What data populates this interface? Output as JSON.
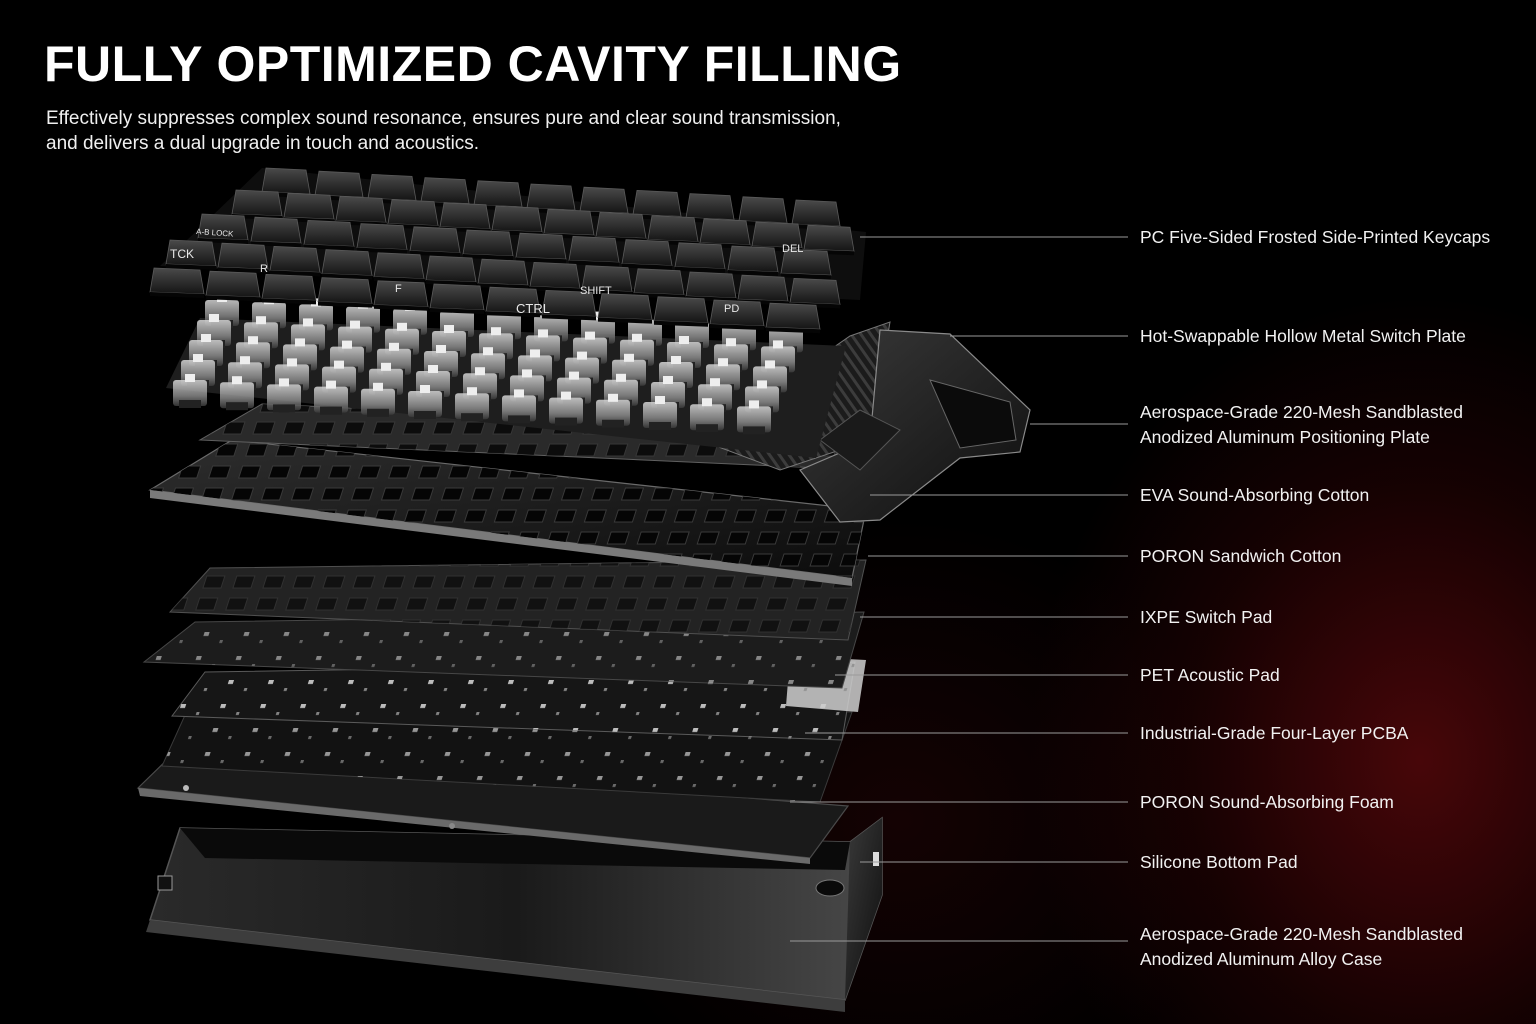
{
  "heading": {
    "title": "FULLY OPTIMIZED CAVITY FILLING",
    "subtitle_line1": "Effectively suppresses complex sound resonance, ensures pure and clear sound transmission,",
    "subtitle_line2": "and delivers a dual upgrade in touch and acoustics."
  },
  "layers": [
    {
      "line1": "PC Five-Sided Frosted Side-Printed Keycaps",
      "line2": ""
    },
    {
      "line1": "Hot-Swappable Hollow Metal Switch Plate",
      "line2": ""
    },
    {
      "line1": "Aerospace-Grade 220-Mesh Sandblasted",
      "line2": "Anodized Aluminum Positioning Plate"
    },
    {
      "line1": "EVA Sound-Absorbing Cotton",
      "line2": ""
    },
    {
      "line1": "PORON Sandwich Cotton",
      "line2": ""
    },
    {
      "line1": "IXPE Switch Pad",
      "line2": ""
    },
    {
      "line1": "PET Acoustic Pad",
      "line2": ""
    },
    {
      "line1": "Industrial-Grade Four-Layer PCBA",
      "line2": ""
    },
    {
      "line1": "PORON Sound-Absorbing Foam",
      "line2": ""
    },
    {
      "line1": "Silicone Bottom Pad",
      "line2": ""
    },
    {
      "line1": "Aerospace-Grade 220-Mesh Sandblasted",
      "line2": "Anodized Aluminum Alloy Case"
    }
  ],
  "keycap_legends": {
    "esc": "TCK",
    "caps": "A-B LOCK",
    "ctrl": "CTRL",
    "shift": "SHIFT",
    "del": "DEL",
    "pd": "PD",
    "f": "F",
    "r": "R"
  },
  "colors": {
    "background": "#000000",
    "accent_glow": "#6e0a0e",
    "leader_line": "#9a9a9a",
    "text": "#ffffff"
  }
}
